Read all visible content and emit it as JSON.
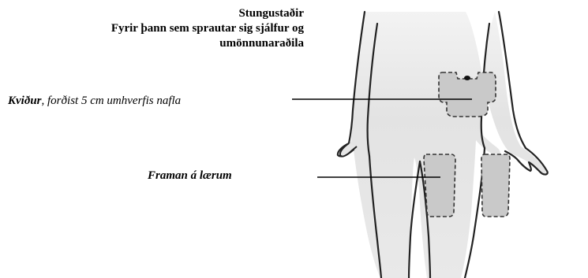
{
  "title": {
    "line1": "Stungustaðir",
    "line2": "Fyrir þann sem sprautar sig sjálfur og",
    "line3": "umönnunaraðila"
  },
  "labels": {
    "abdomen_bold": "Kviður",
    "abdomen_rest": ", forðist 5 cm umhverfis nafla",
    "thighs": "Framan á lærum"
  },
  "colors": {
    "body_fill": "#e6e6e6",
    "injection_zone_fill": "#c9c9c9",
    "outline": "#333333"
  }
}
